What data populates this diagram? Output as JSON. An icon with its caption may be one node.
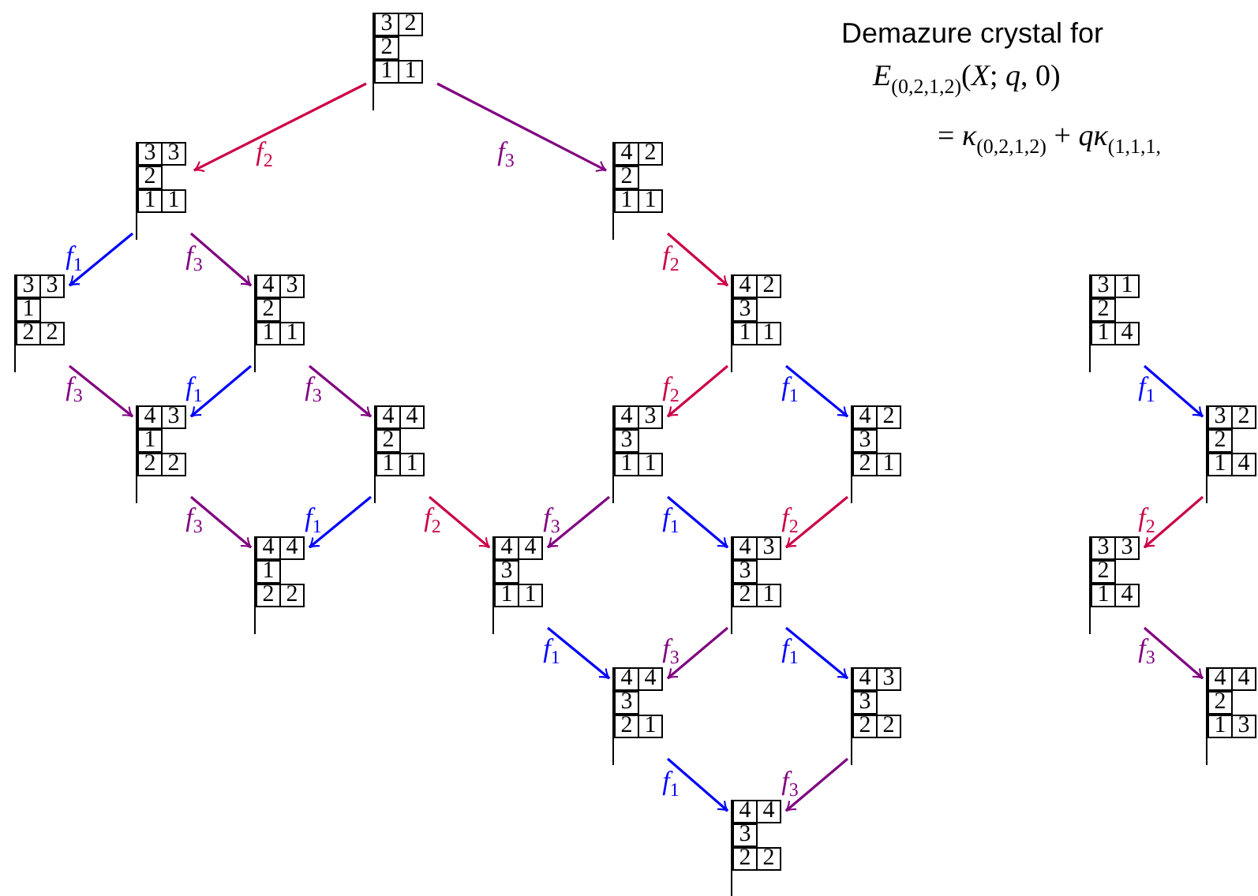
{
  "diagram": {
    "title": "Demazure crystal for",
    "nodes": [
      {
        "text": [
          "3",
          "2",
          "2",
          "1",
          "1"
        ]
      },
      {
        "text": [
          "3",
          "3",
          "2",
          "1",
          "1"
        ]
      },
      {
        "text": [
          "4",
          "2",
          "2",
          "1",
          "1"
        ]
      },
      {
        "text": [
          "3",
          "3",
          "1",
          "2",
          "2"
        ]
      },
      {
        "text": [
          "4",
          "3",
          "2",
          "1",
          "1"
        ]
      },
      {
        "text": [
          "4",
          "2",
          "3",
          "1",
          "1"
        ]
      },
      {
        "text": [
          "4",
          "3",
          "1",
          "2",
          "2"
        ]
      },
      {
        "text": [
          "4",
          "4",
          "2",
          "1",
          "1"
        ]
      },
      {
        "text": [
          "4",
          "3",
          "3",
          "1",
          "1"
        ]
      },
      {
        "text": [
          "4",
          "2",
          "3",
          "2",
          "1"
        ]
      },
      {
        "text": [
          "4",
          "4",
          "1",
          "2",
          "2"
        ]
      },
      {
        "text": [
          "4",
          "4",
          "3",
          "1",
          "1"
        ]
      },
      {
        "text": [
          "4",
          "3",
          "3",
          "2",
          "1"
        ]
      },
      {
        "text": [
          "4",
          "4",
          "3",
          "2",
          "1"
        ]
      },
      {
        "text": [
          "4",
          "3",
          "3",
          "2",
          "2"
        ]
      },
      {
        "text": [
          "4",
          "4",
          "3",
          "2",
          "2"
        ]
      },
      {
        "text": [
          "3",
          "1",
          "2",
          "1",
          "4"
        ]
      },
      {
        "text": [
          "3",
          "2",
          "2",
          "1",
          "4"
        ]
      },
      {
        "text": [
          "3",
          "3",
          "2",
          "1",
          "4"
        ]
      },
      {
        "text": [
          "4",
          "4",
          "2",
          "1",
          "3"
        ]
      }
    ],
    "edges": [
      {
        "from": 0,
        "to": 1,
        "arrow": "to",
        "label": "f$_{2}$",
        "color": "#cc0044"
      },
      {
        "from": 0,
        "to": 2,
        "arrow": "to",
        "label": "f$_{3}$",
        "color": "#800080"
      },
      {
        "from": 1,
        "to": 3,
        "arrow": "to",
        "label": "f$_{1}$",
        "color": "#0000ff"
      },
      {
        "from": 1,
        "to": 4,
        "arrow": "to",
        "label": "f$_{3}$",
        "color": "#800080"
      },
      {
        "from": 2,
        "to": 5,
        "arrow": "to",
        "label": "f$_{2}$",
        "color": "#cc0044"
      },
      {
        "from": 3,
        "to": 6,
        "arrow": "to",
        "label": "f$_{3}$",
        "color": "#800080"
      },
      {
        "from": 4,
        "to": 6,
        "arrow": "to",
        "label": "f$_{1}$",
        "color": "#0000ff"
      },
      {
        "from": 4,
        "to": 7,
        "arrow": "to",
        "label": "f$_{3}$",
        "color": "#800080"
      },
      {
        "from": 5,
        "to": 8,
        "arrow": "to",
        "label": "f$_{2}$",
        "color": "#cc0044"
      },
      {
        "from": 5,
        "to": 9,
        "arrow": "to",
        "label": "f$_{1}$",
        "color": "#0000ff"
      },
      {
        "from": 6,
        "to": 10,
        "arrow": "to",
        "label": "f$_{3}$",
        "color": "#800080"
      },
      {
        "from": 7,
        "to": 10,
        "arrow": "to",
        "label": "f$_{1}$",
        "color": "#0000ff"
      },
      {
        "from": 7,
        "to": 11,
        "arrow": "to",
        "label": "f$_{2}$",
        "color": "#cc0044"
      },
      {
        "from": 8,
        "to": 11,
        "arrow": "to",
        "label": "f$_{3}$",
        "color": "#800080"
      },
      {
        "from": 8,
        "to": 12,
        "arrow": "to",
        "label": "f$_{1}$",
        "color": "#0000ff"
      },
      {
        "from": 9,
        "to": 12,
        "arrow": "to",
        "label": "f$_{2}$",
        "color": "#cc0044"
      },
      {
        "from": 11,
        "to": 13,
        "arrow": "to",
        "label": "f$_{1}$",
        "color": "#0000ff"
      },
      {
        "from": 12,
        "to": 13,
        "arrow": "to",
        "label": "f$_{3}$",
        "color": "#800080"
      },
      {
        "from": 12,
        "to": 14,
        "arrow": "to",
        "label": "f$_{1}$",
        "color": "#0000ff"
      },
      {
        "from": 13,
        "to": 15,
        "arrow": "to",
        "label": "f$_{1}$",
        "color": "#0000ff"
      },
      {
        "from": 14,
        "to": 15,
        "arrow": "to",
        "label": "f$_{3}$",
        "color": "#800080"
      },
      {
        "from": 16,
        "to": 17,
        "arrow": "to",
        "label": "f$_{1}$",
        "color": "#0000ff"
      },
      {
        "from": 17,
        "to": 18,
        "arrow": "to",
        "label": "f$_{2}$",
        "color": "#cc0044"
      },
      {
        "from": 18,
        "to": 19,
        "arrow": "to",
        "label": "f$_{3}$",
        "color": "#800080"
      }
    ],
    "labels": [
      "*E*$_{(0,2,1,2)}$(*X*; *q*, 0)",
      "= *κ*$_{(0,2,1,2)}$ + *qκ*$_{(1,1,1,}$"
    ]
  }
}
